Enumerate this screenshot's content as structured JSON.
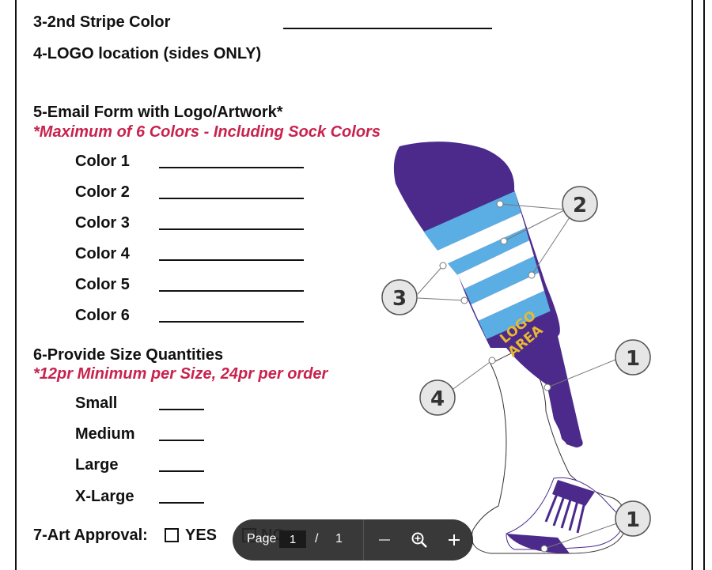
{
  "form": {
    "stripe2": "3-2nd Stripe Color",
    "logo_location": "4-LOGO location (sides ONLY)",
    "email_form": "5-Email Form with Logo/Artwork*",
    "max_colors_note": "*Maximum of 6 Colors - Including Sock Colors",
    "colors": [
      "Color 1",
      "Color 2",
      "Color 3",
      "Color 4",
      "Color 5",
      "Color 6"
    ],
    "size_heading": "6-Provide Size Quantities",
    "size_note": "*12pr Minimum per Size, 24pr per order",
    "sizes": [
      "Small",
      "Medium",
      "Large",
      "X-Large"
    ],
    "art_approval": "7-Art Approval:",
    "yes_label": "YES",
    "no_label": "NO"
  },
  "diagram": {
    "logo_text_1": "LOGO",
    "logo_text_2": "AREA",
    "callouts": [
      "2",
      "3",
      "1",
      "4",
      "1"
    ],
    "colors": {
      "purple": "#4b2a8c",
      "light_blue": "#5aaee3",
      "white": "#ffffff",
      "logo": "#e8b830"
    }
  },
  "toolbar": {
    "page_label": "Page",
    "page_value": "1",
    "separator": "/",
    "page_total": "1"
  }
}
